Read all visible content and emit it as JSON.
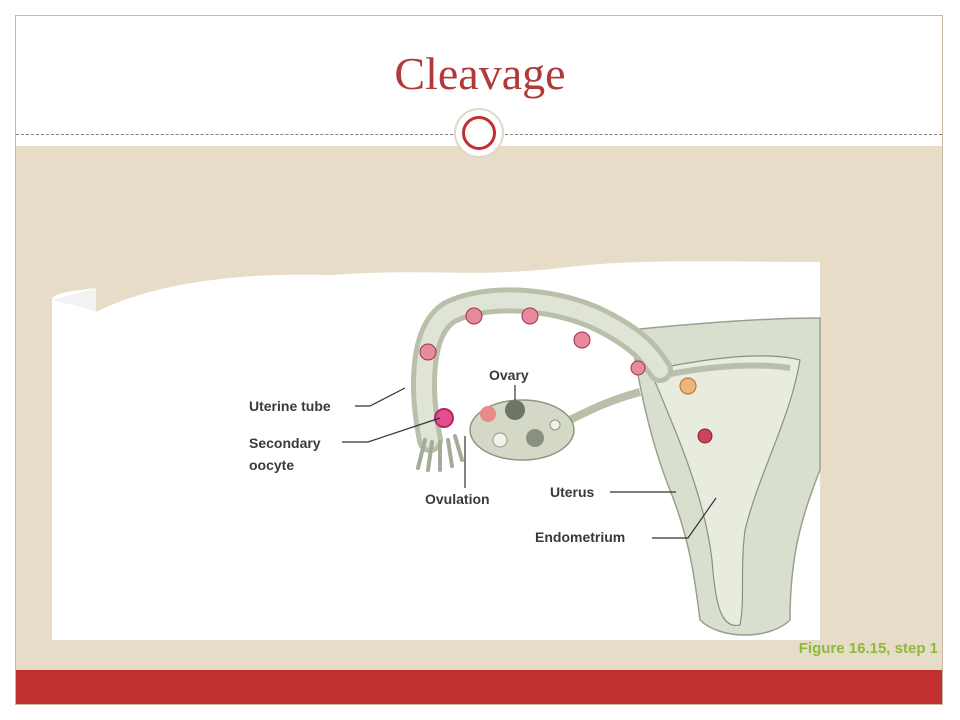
{
  "slide": {
    "title": "Cleavage",
    "figure_caption": "Figure 16.15, step 1"
  },
  "labels": {
    "ovary": "Ovary",
    "uterine_tube": "Uterine  tube",
    "secondary_oocyte_line1": "Secondary",
    "secondary_oocyte_line2": "oocyte",
    "ovulation": "Ovulation",
    "uterus": "Uterus",
    "endometrium": "Endometrium"
  },
  "colors": {
    "title": "#b03a3a",
    "accent_red": "#c0302e",
    "background_beige": "#e6dcc8",
    "caption_green": "#8cbb3a",
    "tissue": "#d9dfcf"
  }
}
